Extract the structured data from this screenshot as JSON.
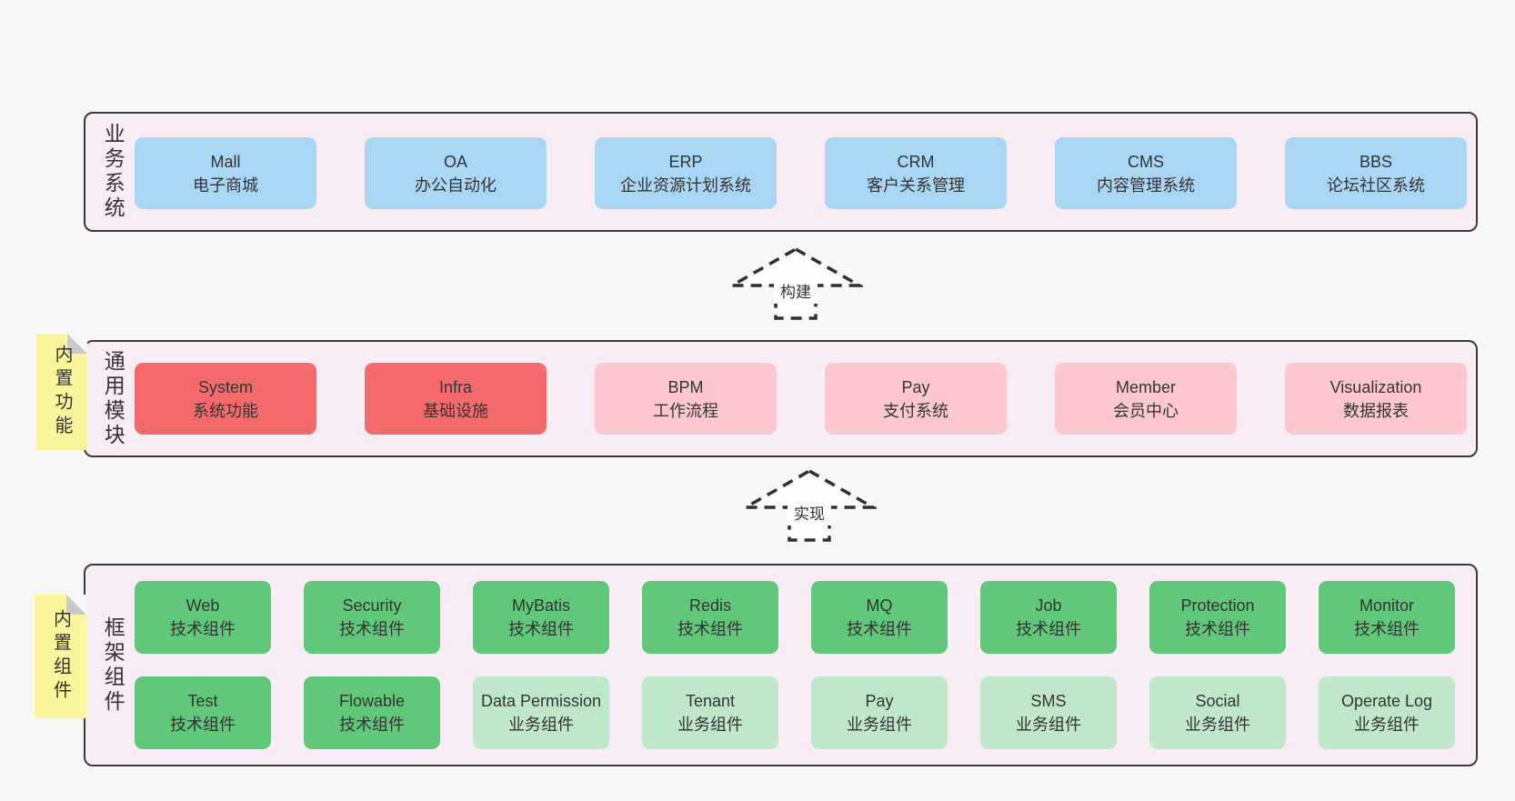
{
  "diagram": {
    "colors": {
      "page_bg": "#f8f8f8",
      "panel_bg": "#f8edf5",
      "panel_border": "#3a3a3a",
      "blue_box": "#a9d7f3",
      "red_box": "#f56b6b",
      "pink_box": "#fdc7d0",
      "green_box": "#60c878",
      "light_green_box": "#bfe7c9",
      "sticky_yellow": "#fbf69b",
      "sticky_fold_gray": "#c9c9c9",
      "text": "#333333"
    },
    "arrows": [
      {
        "label": "构建"
      },
      {
        "label": "实现"
      }
    ],
    "layers": [
      {
        "label": "业务系统",
        "boxes": [
          {
            "name": "Mall",
            "desc": "电子商城"
          },
          {
            "name": "OA",
            "desc": "办公自动化"
          },
          {
            "name": "ERP",
            "desc": "企业资源计划系统"
          },
          {
            "name": "CRM",
            "desc": "客户关系管理"
          },
          {
            "name": "CMS",
            "desc": "内容管理系统"
          },
          {
            "name": "BBS",
            "desc": "论坛社区系统"
          }
        ]
      },
      {
        "label": "通用模块",
        "sticky": "内置功能",
        "boxes": [
          {
            "name": "System",
            "desc": "系统功能"
          },
          {
            "name": "Infra",
            "desc": "基础设施"
          },
          {
            "name": "BPM",
            "desc": "工作流程"
          },
          {
            "name": "Pay",
            "desc": "支付系统"
          },
          {
            "name": "Member",
            "desc": "会员中心"
          },
          {
            "name": "Visualization",
            "desc": "数据报表"
          }
        ]
      },
      {
        "label": "框架组件",
        "sticky": "内置组件",
        "row1": [
          {
            "name": "Web",
            "desc": "技术组件"
          },
          {
            "name": "Security",
            "desc": "技术组件"
          },
          {
            "name": "MyBatis",
            "desc": "技术组件"
          },
          {
            "name": "Redis",
            "desc": "技术组件"
          },
          {
            "name": "MQ",
            "desc": "技术组件"
          },
          {
            "name": "Job",
            "desc": "技术组件"
          },
          {
            "name": "Protection",
            "desc": "技术组件"
          },
          {
            "name": "Monitor",
            "desc": "技术组件"
          }
        ],
        "row2": [
          {
            "name": "Test",
            "desc": "技术组件"
          },
          {
            "name": "Flowable",
            "desc": "技术组件"
          },
          {
            "name": "Data Permission",
            "desc": "业务组件"
          },
          {
            "name": "Tenant",
            "desc": "业务组件"
          },
          {
            "name": "Pay",
            "desc": "业务组件"
          },
          {
            "name": "SMS",
            "desc": "业务组件"
          },
          {
            "name": "Social",
            "desc": "业务组件"
          },
          {
            "name": "Operate Log",
            "desc": "业务组件"
          }
        ]
      }
    ]
  }
}
